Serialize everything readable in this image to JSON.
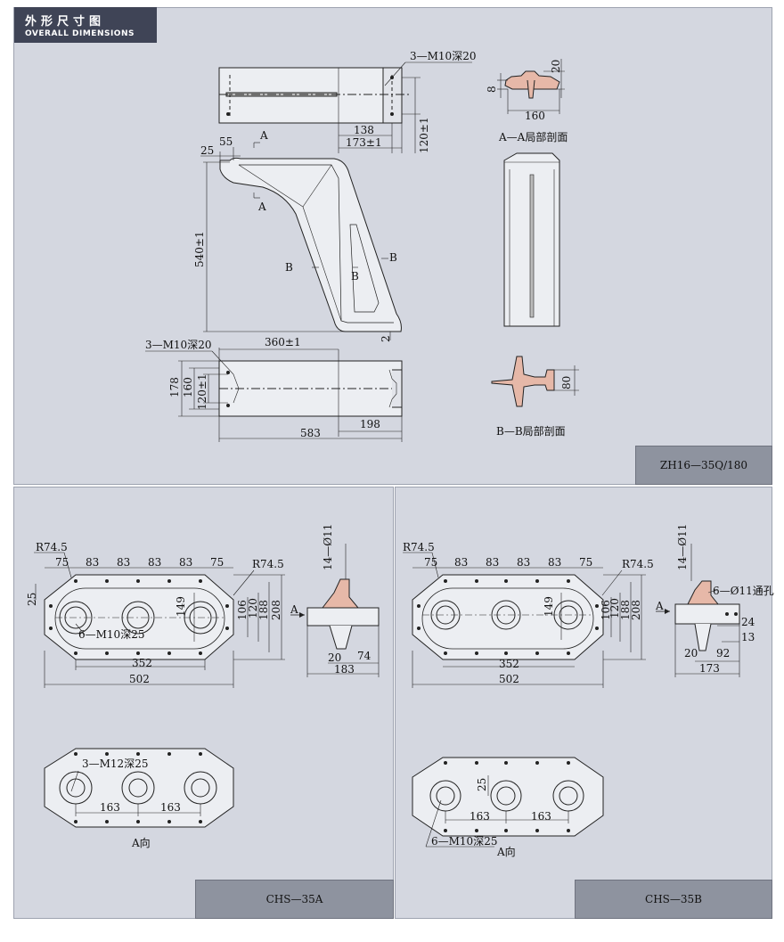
{
  "header": {
    "title_zh": "外形尺寸图",
    "title_en": "OVERALL DIMENSIONS"
  },
  "models": {
    "top": "ZH16—35Q/180",
    "bottom_left": "CHS—35A",
    "bottom_right": "CHS—35B"
  },
  "top": {
    "threads_top": "3—M10深20",
    "dim_138": "138",
    "dim_173": "173±1",
    "dim_120v": "120±1",
    "dim_55": "55",
    "dim_25": "25",
    "dim_540": "540±1",
    "sec_A": "A",
    "sec_B": "B",
    "dim_2": "2",
    "threads_bottom": "3—M10深20",
    "dim_360": "360±1",
    "dim_178": "178",
    "dim_160": "160",
    "dim_120b": "120±1",
    "dim_583": "583",
    "dim_198": "198",
    "aa_20": "20",
    "aa_8": "8",
    "aa_160": "160",
    "aa_caption": "A—A局部剖面",
    "bb_80": "80",
    "bb_caption": "B—B局部剖面"
  },
  "left": {
    "r1": "R74.5",
    "r2": "R74.5",
    "d75a": "75",
    "d83a": "83",
    "d83b": "83",
    "d83c": "83",
    "d83d": "83",
    "d75b": "75",
    "d25": "25",
    "d149": "149",
    "d106": "106",
    "d120": "120",
    "d188": "188",
    "d208": "208",
    "holes": "6—M10深25",
    "d352": "352",
    "d502": "502",
    "side_holes": "14—Ø11",
    "side_A": "A",
    "d20": "20",
    "d74": "74",
    "d183": "183",
    "bottom_threads": "3—M12深25",
    "d163a": "163",
    "d163b": "163",
    "view": "A向"
  },
  "right": {
    "r1": "R74.5",
    "r2": "R74.5",
    "d75a": "75",
    "d83a": "83",
    "d83b": "83",
    "d83c": "83",
    "d83d": "83",
    "d75b": "75",
    "d149": "149",
    "d106": "106",
    "d120": "120",
    "d188": "188",
    "d208": "208",
    "d352": "352",
    "d502": "502",
    "side_holes": "14—Ø11",
    "through": "6—Ø11通孔",
    "side_A": "A",
    "d24": "24",
    "d13": "13",
    "d20": "20",
    "d92": "92",
    "d173": "173",
    "d25": "25",
    "d163a": "163",
    "d163b": "163",
    "holes": "6—M10深25",
    "view": "A向"
  }
}
